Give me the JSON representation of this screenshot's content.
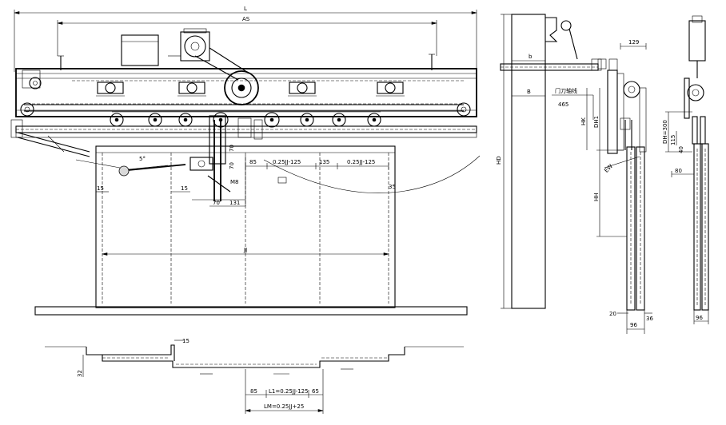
{
  "dimensions": {
    "overall_width": "L",
    "sill_span": "AS",
    "opening_width": "JJ",
    "panel_1": "0.25JJ-125",
    "panel_2": "0.25JJ-125",
    "gap_85": "85",
    "gap_135": "135",
    "offset_15_left": "15",
    "offset_15_mid": "15",
    "offset_35": "35",
    "angle": "5°",
    "bolt": "M8",
    "d_70": "70",
    "d_131": "131",
    "d_70v": "70",
    "d_70v2": "70",
    "side_height": "HD",
    "side_b_small": "b",
    "side_B": "B",
    "side_465": "465",
    "side_note": "门刀轴线",
    "side_hk": "HK",
    "side_dh1": "DH1",
    "side_hh": "HH",
    "side_ew": "EW",
    "side_129": "129",
    "side_20": "20",
    "side_36": "36",
    "side_96": "96",
    "right_dh": "DH=300",
    "right_115": "115",
    "right_40": "40",
    "right_80": "80",
    "right_96": "96",
    "bottom_15": "15",
    "bottom_32": "32",
    "bottom_85": "85",
    "bottom_l1": "L1=0.25JJ-125",
    "bottom_65": "65",
    "bottom_lm": "LM=0.25JJ+25"
  }
}
